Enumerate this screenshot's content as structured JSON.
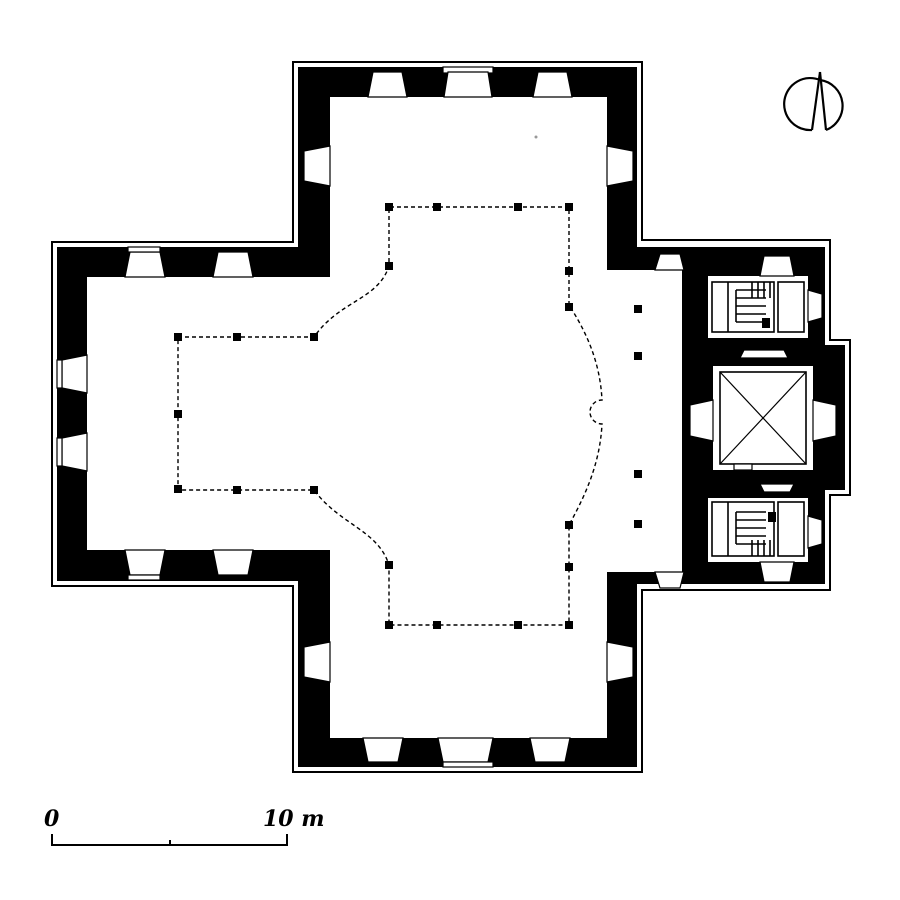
{
  "scale_bar": {
    "start_label": "0",
    "end_label": "10 m",
    "length_m": 10
  },
  "north_arrow": {
    "icon": "north-arrow-icon",
    "direction": "N"
  },
  "colors": {
    "wall": "#000000",
    "paper": "#ffffff",
    "line": "#000000"
  }
}
